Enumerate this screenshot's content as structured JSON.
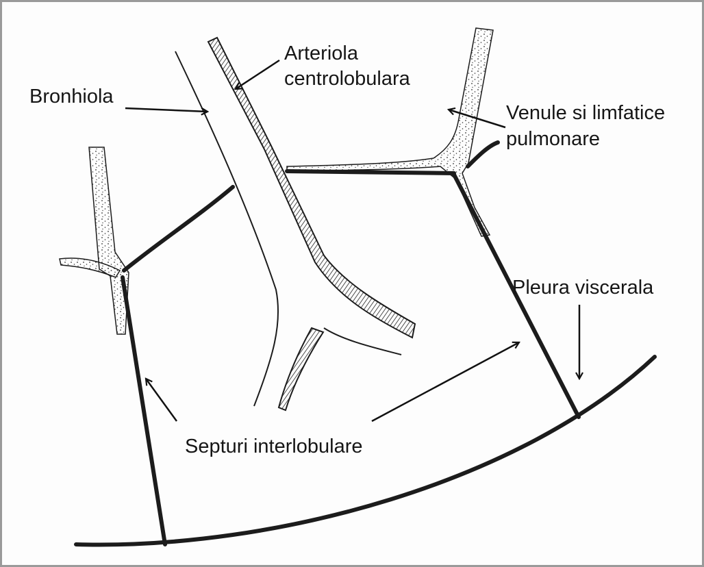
{
  "labels": {
    "bronhiola": "Bronhiola",
    "arteriola_line1": "Arteriola",
    "arteriola_line2": "centrolobulara",
    "venule_line1": "Venule si limfatice",
    "venule_line2": "pulmonare",
    "pleura": "Pleura viscerala",
    "septuri": "Septuri interlobulare"
  },
  "colors": {
    "ink": "#1c1c1c",
    "frame": "#9a9a9a",
    "background": "#fdfdfd"
  }
}
